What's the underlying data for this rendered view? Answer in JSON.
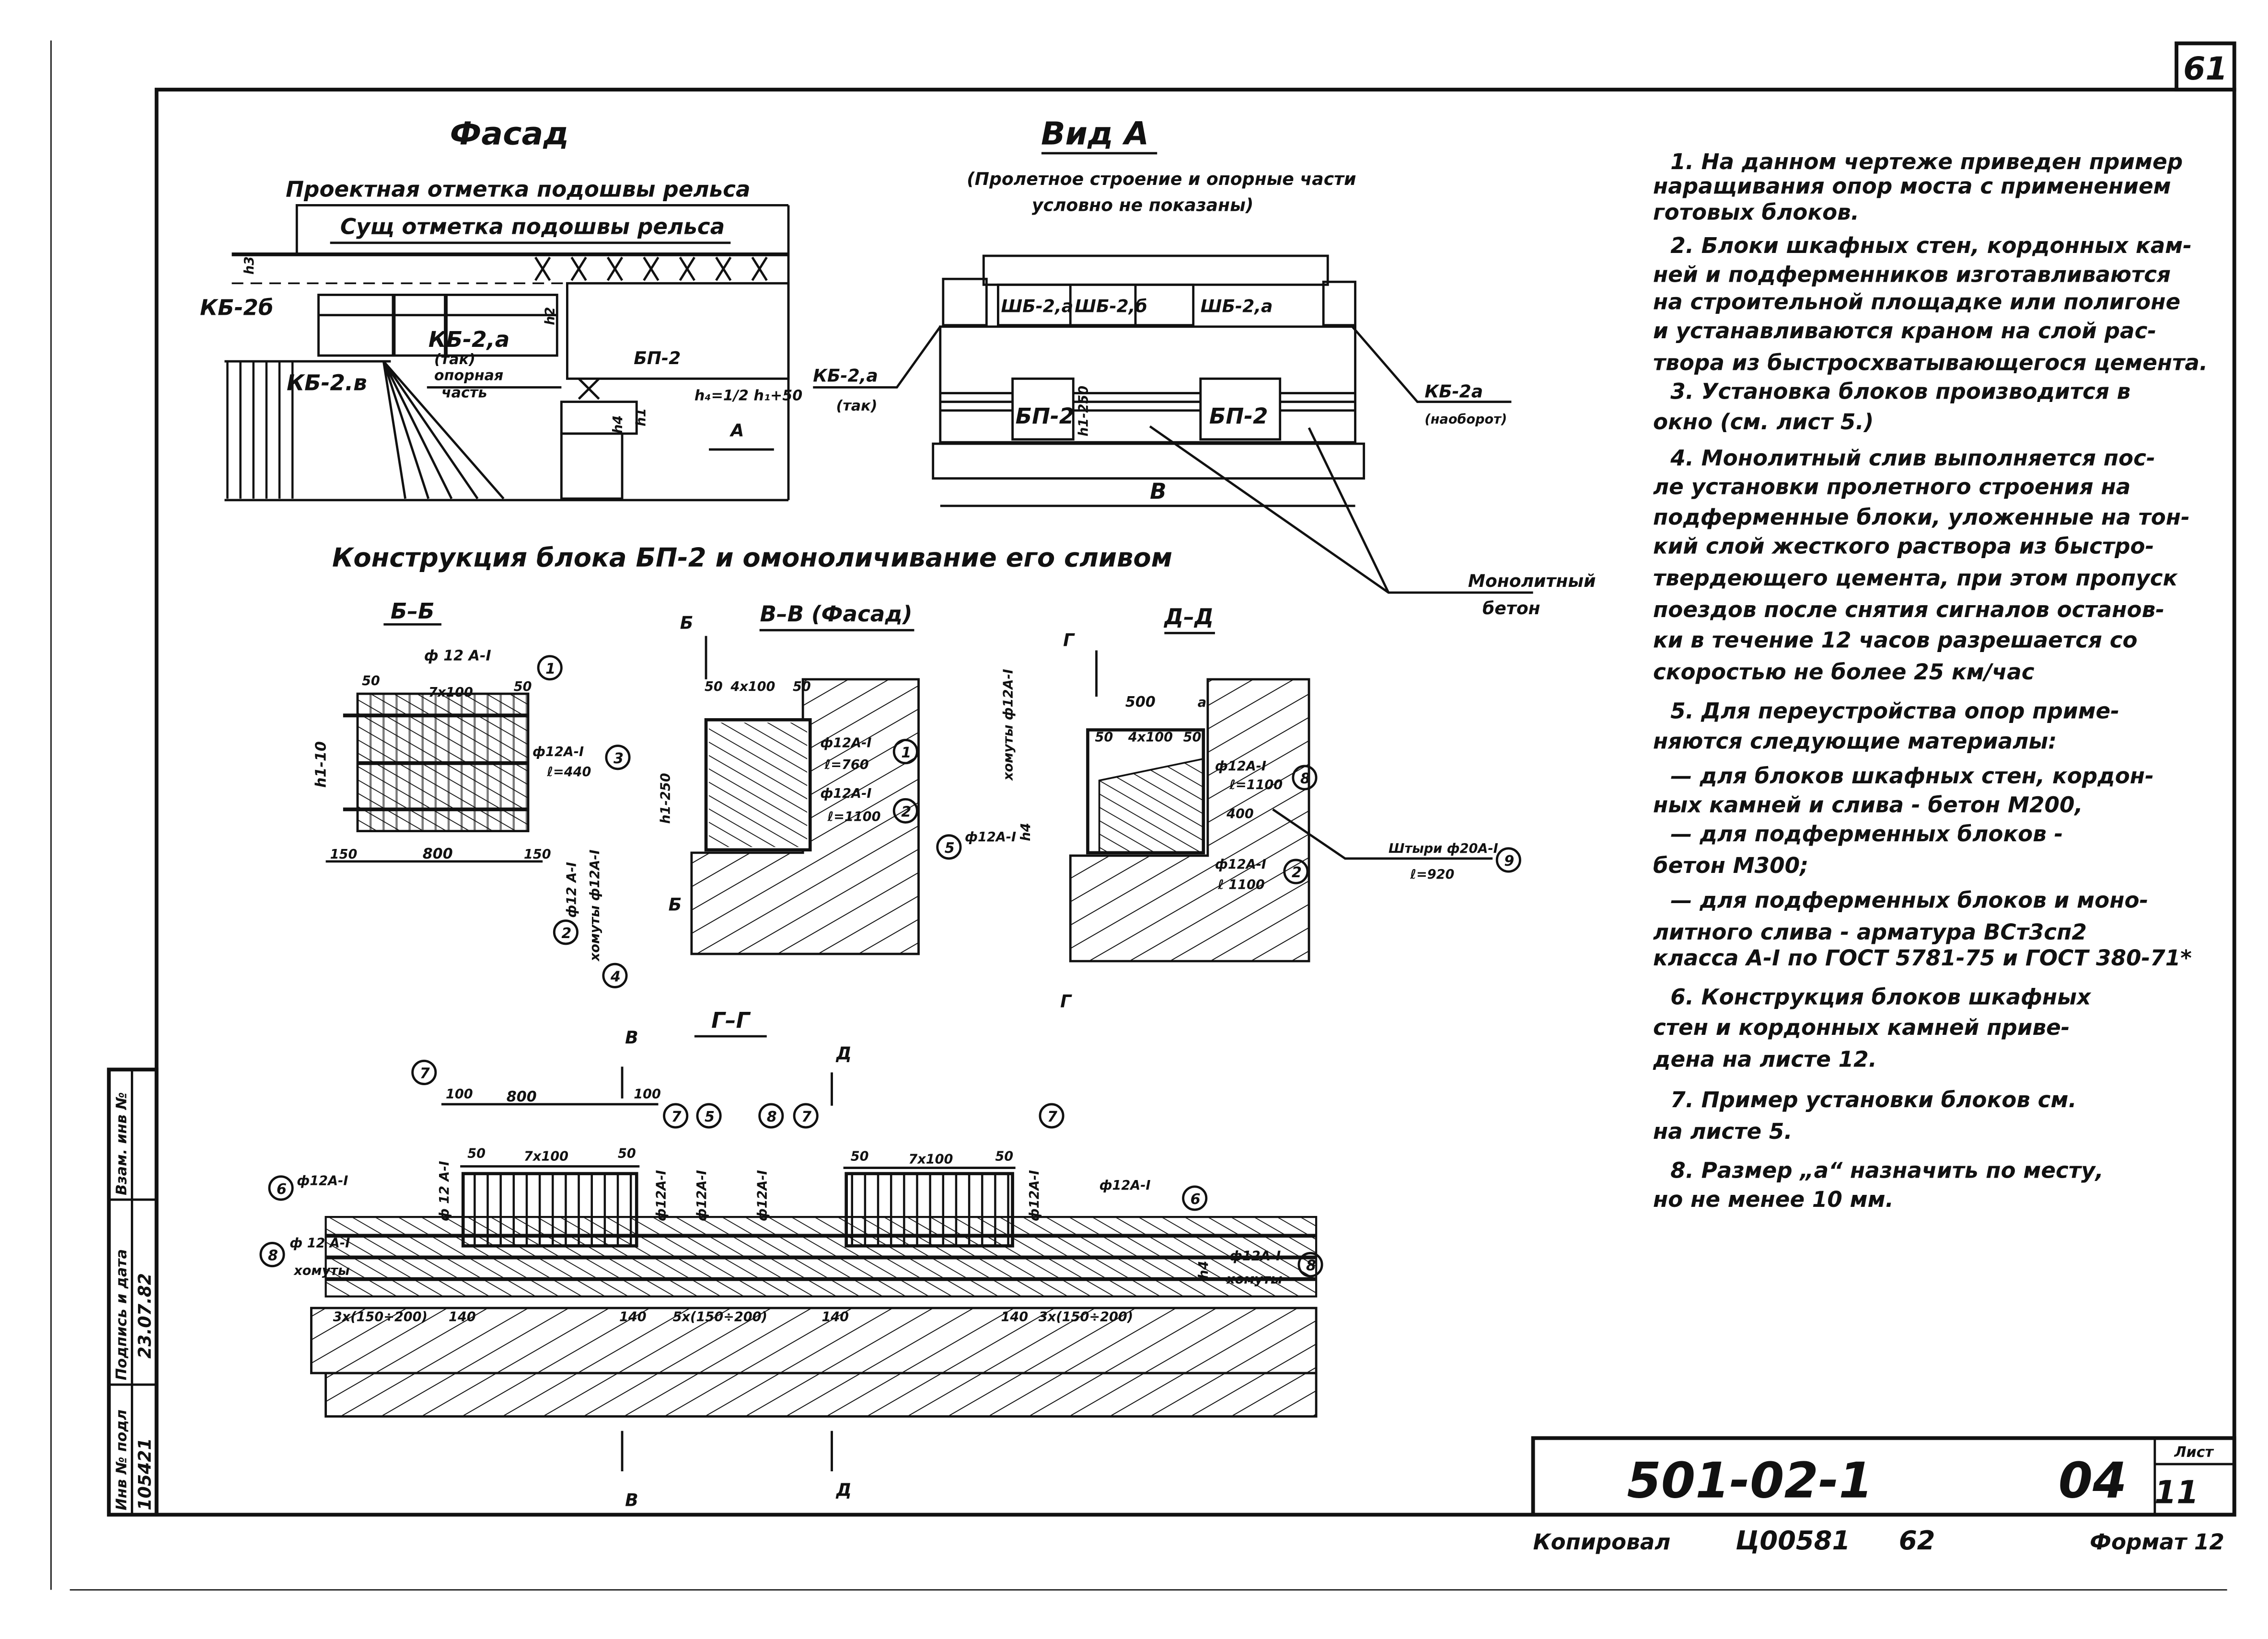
{
  "sheet": {
    "page_number": "61",
    "code": "501-02-1",
    "issue": "04",
    "sheet_label": "Лист",
    "sheet_number": "11",
    "copied_label": "Копировал",
    "order_number": "Ц00581",
    "order_extra": "62",
    "format_label": "Формат 12"
  },
  "stamp": {
    "inv_label": "Инв № подл",
    "inv_value": "105421",
    "sign_label": "Подпись и дата",
    "sign_value": "23.07.82",
    "replace_label": "Взам. инв №"
  },
  "facade": {
    "title": "Фасад",
    "design_level": "Проектная отметка подошвы рельса",
    "existing_level": "Сущ отметка подошвы рельса",
    "kb2b": "КБ-2б",
    "kb2a": "КБ-2,а",
    "kb2a_note": "(так)",
    "bearing": "опорная",
    "bearing2": "часть",
    "kb2v": "КБ-2.в",
    "bp2": "БП-2",
    "formula": "h₄=1/2 h₁+50",
    "view_a": "А",
    "dim_h3": "h3",
    "dim_h2": "h2",
    "dim_h4": "h4",
    "dim_h1": "h1"
  },
  "view_a": {
    "title": "Вид А",
    "subtitle1": "(Пролетное строение и опорные части",
    "subtitle2": "условно не показаны)",
    "shb1": "ШБ-2,а",
    "shb2": "ШБ-2,б",
    "shb3": "ШБ-2,а",
    "bp_left": "БП-2",
    "bp_right": "БП-2",
    "kb_left": "КБ-2,а",
    "kb_left_note": "(так)",
    "kb_right": "КБ-2а",
    "kb_right_note": "(наоборот)",
    "width_dim": "В",
    "monolith1": "Монолитный",
    "monolith2": "бетон",
    "dim_h1_250": "h1-250"
  },
  "construction_title": "Конструкция блока БП-2 и омоноличивание его сливом",
  "section_bb": {
    "title": "Б–Б",
    "rebar_top": "ф 12 А-I",
    "mark1": "1",
    "spacing": "7х100",
    "edge_l": "50",
    "edge_r": "50",
    "rebar3": "ф12А-I",
    "len3": "ℓ=440",
    "mark3": "3",
    "width": "800",
    "off_l": "150",
    "off_r": "150",
    "height": "h1-10",
    "rebar2": "ф12 А-I",
    "mark2": "2",
    "stirrups": "хомуты ф12А-I",
    "mark4": "4"
  },
  "section_vv": {
    "title": "В–В (Фасад)",
    "cut": "Б",
    "spacing": "4х100",
    "edge_l": "50",
    "edge_r": "50",
    "rebar1": "ф12А-I",
    "len1": "ℓ=760",
    "mark1": "1",
    "rebar2": "ф12А-I",
    "len2": "ℓ=1100",
    "mark2": "2",
    "height": "h1-250"
  },
  "section_dd": {
    "title": "Д–Д",
    "cut": "Г",
    "width": "500",
    "gap": "a",
    "spacing": "4х100",
    "edge_l": "50",
    "edge_r": "50",
    "stirrups": "хомуты ф12А-I",
    "rebar8": "ф12А-I",
    "len8": "ℓ=1100",
    "mark8": "8",
    "inner": "400",
    "rebar5": "ф12А-I",
    "mark5": "5",
    "pins": "Штыри ф20А-I",
    "pins_len": "ℓ=920",
    "mark9": "9",
    "rebar2": "ф12А-I",
    "len2": "ℓ 1100",
    "mark2": "2",
    "dim_h4": "h4"
  },
  "section_gg": {
    "title": "Г–Г",
    "cut_v": "В",
    "cut_d": "Д",
    "width": "800",
    "edge100_l": "100",
    "edge100_r": "100",
    "spacing_l": "7х100",
    "spacing_r": "7х100",
    "e50a": "50",
    "e50b": "50",
    "e50c": "50",
    "e50d": "50",
    "rebar_l": "ф12А-I",
    "mark6_l": "6",
    "stirrups_l": "ф 12 А-I",
    "stirrups_l2": "хомуты",
    "mark8_l": "8",
    "rebar_r": "ф12А-I",
    "mark6_r": "6",
    "stirrups_r": "ф12А-I",
    "stirrups_r2": "хомуты",
    "mark8_r": "8",
    "vert1": "ф 12 А-I",
    "vert2": "ф12А-I",
    "vert3": "ф12А-I",
    "vert4": "ф12А-I",
    "vert5": "ф12А-I",
    "marks_top": [
      "7",
      "7",
      "5",
      "8",
      "7",
      "7"
    ],
    "dim_left": "3х(150÷200)",
    "dim_140a": "140",
    "dim_140b": "140",
    "dim_mid": "5х(150÷200)",
    "dim_140c": "140",
    "dim_140d": "140",
    "dim_right": "3х(150÷200)",
    "dim_h4": "h4"
  },
  "notes": [
    "1. На данном чертеже приведен пример",
    "наращивания опор моста с применением",
    "готовых блоков.",
    "2. Блоки шкафных стен, кордонных кам-",
    "ней и подферменников изготавливаются",
    "на строительной площадке или полигоне",
    "и устанавливаются краном на слой рас-",
    "твора из быстросхватывающегося цемента.",
    "3. Установка блоков производится в",
    "окно (см. лист 5.)",
    "4. Монолитный слив выполняется пос-",
    "ле установки пролетного строения на",
    "подферменные блоки, уложенные на тон-",
    "кий слой жесткого раствора из быстро-",
    "твердеющего цемента, при этом пропуск",
    "поездов после снятия сигналов останов-",
    "ки в течение 12 часов разрешается со",
    "скоростью не более 25 км/час",
    "5. Для переустройства опор приме-",
    "няются следующие материалы:",
    "— для блоков шкафных стен, кордон-",
    "ных камней и слива - бетон М200,",
    "— для подферменных блоков -",
    "бетон М300;",
    "— для подферменных блоков и моно-",
    "литного слива - арматура ВСт3сп2",
    "класса А-I по ГОСТ 5781-75 и ГОСТ 380-71*",
    "6. Конструкция блоков шкафных",
    "стен и кордонных камней приве-",
    "дена на листе 12.",
    "7. Пример установки блоков см.",
    "на листе 5.",
    "8. Размер „а“ назначить по месту,",
    "но не менее 10 мм."
  ]
}
